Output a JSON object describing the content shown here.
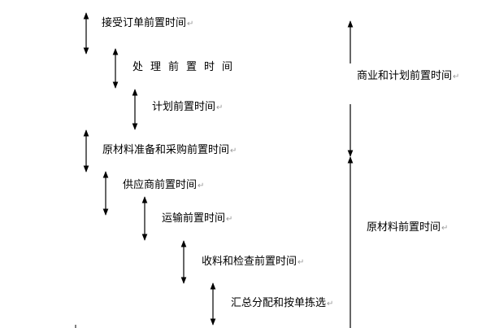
{
  "steps": [
    {
      "label": "接受订单前置时间",
      "para_mark": "↵"
    },
    {
      "label": "处理前置时间",
      "para_mark": ""
    },
    {
      "label": "计划前置时间",
      "para_mark": "↵"
    },
    {
      "label": "原材料准备和采购前置时间",
      "para_mark": "↵"
    },
    {
      "label": "供应商前置时间",
      "para_mark": "↵"
    },
    {
      "label": "运输前置时间",
      "para_mark": "↵"
    },
    {
      "label": "收料和检查前置时间",
      "para_mark": "↵"
    },
    {
      "label": "汇总分配和按单拣选",
      "para_mark": "↵"
    }
  ],
  "spans": [
    {
      "label": "商业和计划前置时间",
      "para_mark": "↵"
    },
    {
      "label": "原材料前置时间",
      "para_mark": "↵"
    }
  ],
  "colors": {
    "line": "#000000",
    "text": "#000000",
    "para_mark": "#9a9a9a"
  }
}
